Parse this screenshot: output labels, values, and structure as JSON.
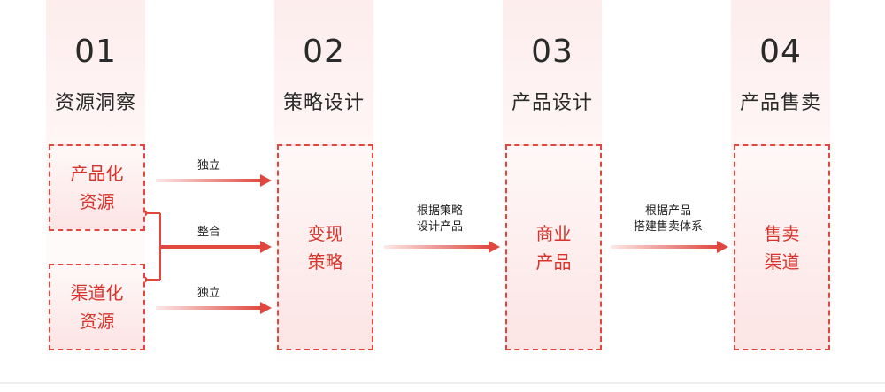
{
  "stages": [
    {
      "num": "01",
      "title": "资源洞察"
    },
    {
      "num": "02",
      "title": "策略设计"
    },
    {
      "num": "03",
      "title": "产品设计"
    },
    {
      "num": "04",
      "title": "产品售卖"
    }
  ],
  "boxes": {
    "product_resource": "产品化资源",
    "channel_resource": "渠道化资源",
    "monetize_strategy": "变现策略",
    "commercial_product": "商业产品",
    "sales_channel": "售卖渠道"
  },
  "arrows": {
    "independent_top": "独立",
    "integrate": "整合",
    "independent_bottom": "独立",
    "design_by_strategy_line1": "根据策略",
    "design_by_strategy_line2": "设计产品",
    "build_sales_line1": "根据产品",
    "build_sales_line2": "搭建售卖体系"
  },
  "colors": {
    "accent": "#e0473e",
    "text": "#2a2a2a"
  }
}
